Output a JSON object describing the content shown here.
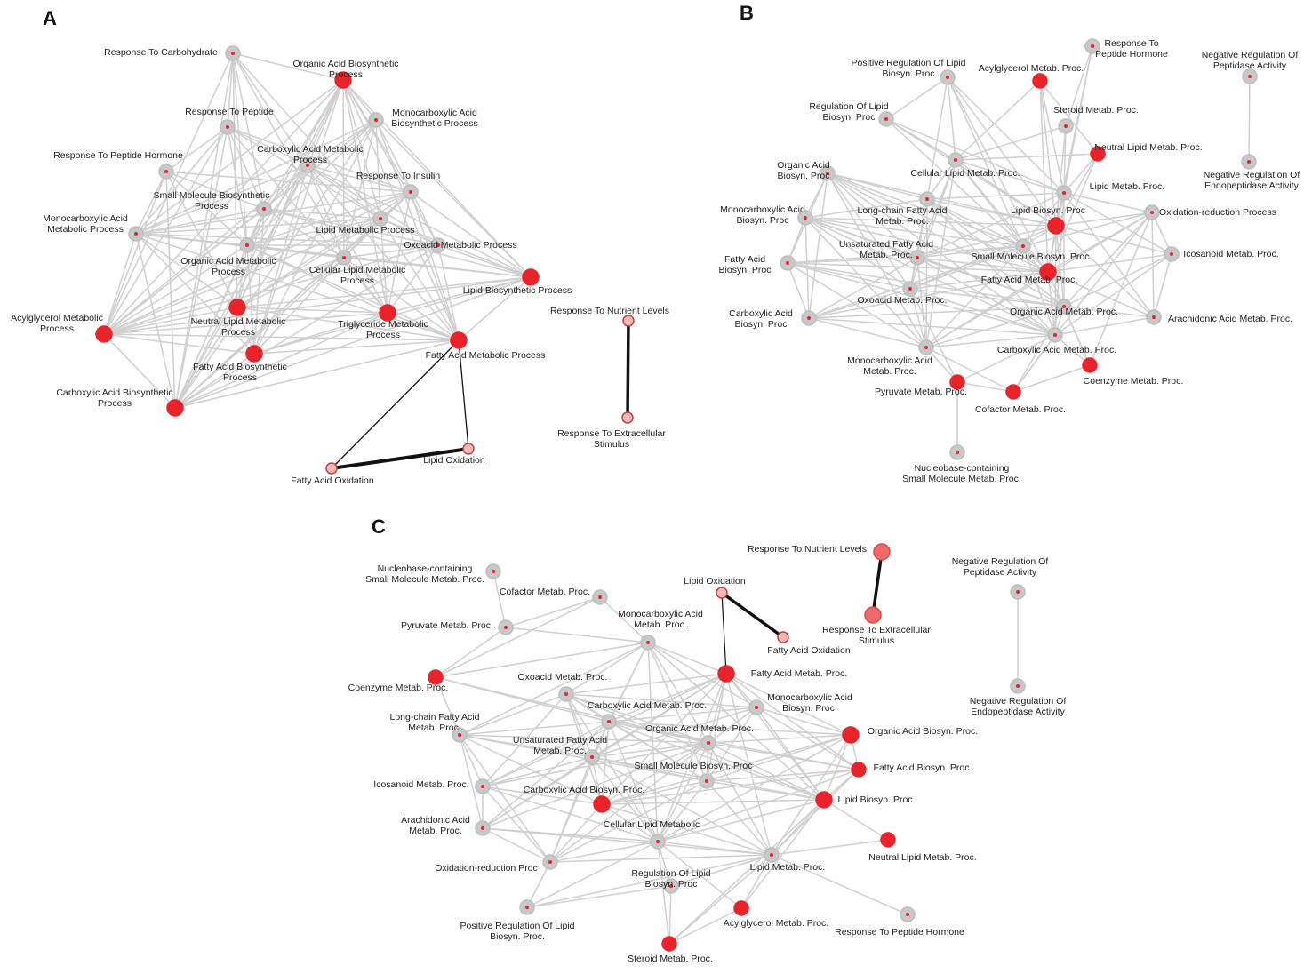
{
  "colors": {
    "edge": "#cfcfcf",
    "edge_dark": "#111111",
    "node_grey": "#c8c8c8",
    "node_red": "#e8232a",
    "node_pink": "#ef6b6b",
    "node_pink_light": "#f3b7b7",
    "center_dot": "#e8232a"
  },
  "panels": [
    {
      "letter": "A",
      "nodes": [
        {
          "id": "a1",
          "label": [
            "Response To Carbohydrate"
          ],
          "kind": "grey"
        },
        {
          "id": "a2",
          "label": [
            "Organic Acid Biosynthetic",
            "Process"
          ],
          "kind": "red"
        },
        {
          "id": "a3",
          "label": [
            "Monocarboxylic Acid",
            "Biosynthetic Process"
          ],
          "kind": "grey"
        },
        {
          "id": "a4",
          "label": [
            "Response To Peptide"
          ],
          "kind": "grey"
        },
        {
          "id": "a5",
          "label": [
            "Carboxylic Acid Metabolic",
            "Process"
          ],
          "kind": "grey"
        },
        {
          "id": "a6",
          "label": [
            "Response To Peptide Hormone"
          ],
          "kind": "grey"
        },
        {
          "id": "a7",
          "label": [
            "Response To Insulin"
          ],
          "kind": "grey"
        },
        {
          "id": "a8",
          "label": [
            "Small Molecule Biosynthetic",
            "Process"
          ],
          "kind": "grey"
        },
        {
          "id": "a9",
          "label": [
            "Monocarboxylic Acid",
            "Metabolic Process"
          ],
          "kind": "grey"
        },
        {
          "id": "a10",
          "label": [
            "Lipid Metabolic Process"
          ],
          "kind": "grey"
        },
        {
          "id": "a11",
          "label": [
            "Oxoacid Metabolic Process"
          ],
          "kind": "grey"
        },
        {
          "id": "a12",
          "label": [
            "Organic Acid Metabolic",
            "Process"
          ],
          "kind": "grey"
        },
        {
          "id": "a13",
          "label": [
            "Cellular Lipid Metabolic",
            "Process"
          ],
          "kind": "grey"
        },
        {
          "id": "a14",
          "label": [
            "Lipid Biosynthetic Process"
          ],
          "kind": "red"
        },
        {
          "id": "a15",
          "label": [
            "Acylglycerol Metabolic",
            "Process"
          ],
          "kind": "red"
        },
        {
          "id": "a16",
          "label": [
            "Neutral Lipid Metabolic",
            "Process"
          ],
          "kind": "red"
        },
        {
          "id": "a17",
          "label": [
            "Triglyceride Metabolic",
            "Process"
          ],
          "kind": "red"
        },
        {
          "id": "a18",
          "label": [
            "Fatty Acid Biosynthetic",
            "Process"
          ],
          "kind": "red"
        },
        {
          "id": "a19",
          "label": [
            "Fatty Acid Metabolic Process"
          ],
          "kind": "red"
        },
        {
          "id": "a20",
          "label": [
            "Carboxylic Acid Biosynthetic",
            "Process"
          ],
          "kind": "red"
        },
        {
          "id": "a21",
          "label": [
            "Response To Nutrient Levels"
          ],
          "kind": "pinklight"
        },
        {
          "id": "a22",
          "label": [
            "Response To Extracellular",
            "Stimulus"
          ],
          "kind": "pinklight"
        },
        {
          "id": "a23",
          "label": [
            "Lipid Oxidation"
          ],
          "kind": "pinklight"
        },
        {
          "id": "a24",
          "label": [
            "Fatty Acid Oxidation"
          ],
          "kind": "pinklight"
        }
      ]
    },
    {
      "letter": "B",
      "nodes": [
        {
          "id": "b1",
          "label": [
            "Response To",
            "Peptide Hormone"
          ],
          "kind": "grey"
        },
        {
          "id": "b2",
          "label": [
            "Negative Regulation Of",
            "Peptidase Activity"
          ],
          "kind": "grey"
        },
        {
          "id": "b3",
          "label": [
            "Positive Regulation Of Lipid",
            "Biosyn. Proc"
          ],
          "kind": "grey"
        },
        {
          "id": "b4",
          "label": [
            "Acylglycerol Metab. Proc."
          ],
          "kind": "red"
        },
        {
          "id": "b5",
          "label": [
            "Regulation Of Lipid",
            "Biosyn. Proc"
          ],
          "kind": "grey"
        },
        {
          "id": "b6",
          "label": [
            "Steroid Metab. Proc."
          ],
          "kind": "grey"
        },
        {
          "id": "b7",
          "label": [
            "Neutral Lipid Metab. Proc."
          ],
          "kind": "red"
        },
        {
          "id": "b8",
          "label": [
            "Negative Regulation Of",
            "Endopeptidase Activity"
          ],
          "kind": "grey"
        },
        {
          "id": "b9",
          "label": [
            "Organic Acid",
            "Biosyn. Proc"
          ],
          "kind": "grey"
        },
        {
          "id": "b10",
          "label": [
            "Cellular Lipid Metab. Proc."
          ],
          "kind": "grey"
        },
        {
          "id": "b11",
          "label": [
            "Lipid Metab. Proc."
          ],
          "kind": "grey"
        },
        {
          "id": "b12",
          "label": [
            "Monocarboxylic Acid",
            "Biosyn. Proc"
          ],
          "kind": "grey"
        },
        {
          "id": "b13",
          "label": [
            "Long-chain Fatty Acid",
            "Metab. Proc."
          ],
          "kind": "grey"
        },
        {
          "id": "b14",
          "label": [
            "Lipid Biosyn. Proc"
          ],
          "kind": "red"
        },
        {
          "id": "b15",
          "label": [
            "Oxidation-reduction Process"
          ],
          "kind": "grey"
        },
        {
          "id": "b16",
          "label": [
            "Unsaturated Fatty Acid",
            "Metab. Proc."
          ],
          "kind": "grey"
        },
        {
          "id": "b17",
          "label": [
            "Small Molecule Biosyn. Proc"
          ],
          "kind": "grey"
        },
        {
          "id": "b18",
          "label": [
            "Fatty Acid",
            "Biosyn. Proc"
          ],
          "kind": "grey"
        },
        {
          "id": "b19",
          "label": [
            "Icosanoid Metab. Proc."
          ],
          "kind": "grey"
        },
        {
          "id": "b20",
          "label": [
            "Fatty Acid Metab. Proc."
          ],
          "kind": "red"
        },
        {
          "id": "b21",
          "label": [
            "Oxoacid Metab. Proc."
          ],
          "kind": "grey"
        },
        {
          "id": "b22",
          "label": [
            "Carboxylic Acid",
            "Biosyn. Proc"
          ],
          "kind": "grey"
        },
        {
          "id": "b23",
          "label": [
            "Organic Acid Metab. Proc."
          ],
          "kind": "grey"
        },
        {
          "id": "b24",
          "label": [
            "Arachidonic Acid Metab. Proc."
          ],
          "kind": "grey"
        },
        {
          "id": "b25",
          "label": [
            "Carboxylic Acid Metab. Proc."
          ],
          "kind": "grey"
        },
        {
          "id": "b26",
          "label": [
            "Monocarboxylic Acid",
            "Metab. Proc."
          ],
          "kind": "grey"
        },
        {
          "id": "b27",
          "label": [
            "Coenzyme Metab. Proc."
          ],
          "kind": "red"
        },
        {
          "id": "b28",
          "label": [
            "Pyruvate Metab. Proc."
          ],
          "kind": "red"
        },
        {
          "id": "b29",
          "label": [
            "Cofactor Metab. Proc."
          ],
          "kind": "red"
        },
        {
          "id": "b30",
          "label": [
            "Nucleobase-containing",
            "Small Molecule Metab. Proc."
          ],
          "kind": "grey"
        }
      ]
    },
    {
      "letter": "C",
      "nodes": [
        {
          "id": "c1",
          "label": [
            "Nucleobase-containing",
            "Small Molecule Metab. Proc."
          ],
          "kind": "grey"
        },
        {
          "id": "c2",
          "label": [
            "Cofactor Metab. Proc."
          ],
          "kind": "grey"
        },
        {
          "id": "c3",
          "label": [
            "Response To Nutrient Levels"
          ],
          "kind": "pink"
        },
        {
          "id": "c4",
          "label": [
            "Negative Regulation Of",
            "Peptidase Activity"
          ],
          "kind": "grey"
        },
        {
          "id": "c5",
          "label": [
            "Lipid Oxidation"
          ],
          "kind": "pinklight"
        },
        {
          "id": "c6",
          "label": [
            "Pyruvate Metab. Proc."
          ],
          "kind": "grey"
        },
        {
          "id": "c7",
          "label": [
            "Monocarboxylic Acid",
            "Metab. Proc."
          ],
          "kind": "grey"
        },
        {
          "id": "c8",
          "label": [
            "Response To Extracellular",
            "Stimulus"
          ],
          "kind": "pink"
        },
        {
          "id": "c9",
          "label": [
            "Fatty Acid Oxidation"
          ],
          "kind": "pinklight"
        },
        {
          "id": "c10",
          "label": [
            "Coenzyme Metab. Proc."
          ],
          "kind": "red"
        },
        {
          "id": "c11",
          "label": [
            "Fatty Acid Metab. Proc."
          ],
          "kind": "red"
        },
        {
          "id": "c12",
          "label": [
            "Oxoacid Metab. Proc."
          ],
          "kind": "grey"
        },
        {
          "id": "c13",
          "label": [
            "Monocarboxylic Acid",
            "Biosyn. Proc."
          ],
          "kind": "grey"
        },
        {
          "id": "c14",
          "label": [
            "Negative Regulation Of",
            "Endopeptidase Activity"
          ],
          "kind": "grey"
        },
        {
          "id": "c15",
          "label": [
            "Carboxylic Acid Metab. Proc."
          ],
          "kind": "grey"
        },
        {
          "id": "c16",
          "label": [
            "Long-chain Fatty Acid",
            "Metab. Proc."
          ],
          "kind": "grey"
        },
        {
          "id": "c17",
          "label": [
            "Organic Acid Metab. Proc."
          ],
          "kind": "grey"
        },
        {
          "id": "c18",
          "label": [
            "Organic Acid Biosyn. Proc."
          ],
          "kind": "red"
        },
        {
          "id": "c19",
          "label": [
            "Unsaturated Fatty Acid",
            "Metab. Proc."
          ],
          "kind": "grey"
        },
        {
          "id": "c20",
          "label": [
            "Small Molecule Biosyn. Proc"
          ],
          "kind": "grey"
        },
        {
          "id": "c21",
          "label": [
            "Fatty Acid Biosyn. Proc."
          ],
          "kind": "red"
        },
        {
          "id": "c22",
          "label": [
            "Icosanoid Metab. Proc."
          ],
          "kind": "grey"
        },
        {
          "id": "c23",
          "label": [
            "Carboxylic Acid Biosyn. Proc."
          ],
          "kind": "red"
        },
        {
          "id": "c24",
          "label": [
            "Lipid Biosyn. Proc."
          ],
          "kind": "red"
        },
        {
          "id": "c25",
          "label": [
            "Arachidonic Acid",
            "Metab. Proc."
          ],
          "kind": "grey"
        },
        {
          "id": "c26",
          "label": [
            "Cellular Lipid Metabolic"
          ],
          "kind": "grey"
        },
        {
          "id": "c27",
          "label": [
            "Neutral Lipid Metab. Proc."
          ],
          "kind": "red"
        },
        {
          "id": "c28",
          "label": [
            "Oxidation-reduction Proc"
          ],
          "kind": "grey"
        },
        {
          "id": "c29",
          "label": [
            "Regulation Of Lipid",
            "Biosyn. Proc"
          ],
          "kind": "grey"
        },
        {
          "id": "c30",
          "label": [
            "Lipid Metab. Proc."
          ],
          "kind": "grey"
        },
        {
          "id": "c31",
          "label": [
            "Positive Regulation Of Lipid",
            "Biosyn. Proc."
          ],
          "kind": "grey"
        },
        {
          "id": "c32",
          "label": [
            "Acylglycerol Metab. Proc."
          ],
          "kind": "red"
        },
        {
          "id": "c33",
          "label": [
            "Response To Peptide Hormone"
          ],
          "kind": "grey"
        },
        {
          "id": "c34",
          "label": [
            "Steroid Metab. Proc."
          ],
          "kind": "red"
        }
      ]
    }
  ]
}
